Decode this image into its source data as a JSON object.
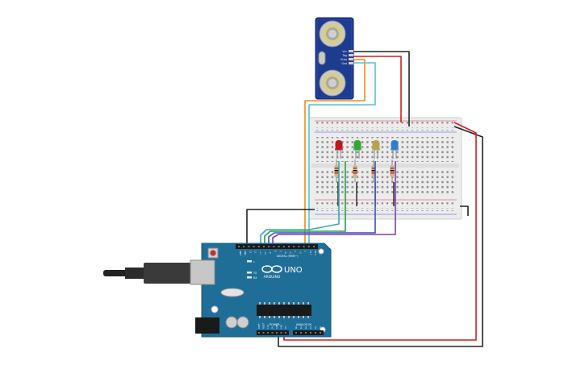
{
  "board": {
    "brand": "ARDUINO",
    "model": "UNO",
    "digital_label": "DIGITAL (PWM~)",
    "power_label": "POWER",
    "analog_label": "ANALOG IN",
    "led_labels": [
      "L",
      "TX",
      "RX"
    ],
    "header_pins": [
      "AREF",
      "GND",
      "13",
      "12",
      "~11",
      "~10",
      "~9",
      "8",
      "7",
      "~6",
      "~5",
      "4",
      "~3",
      "2",
      "TX 1",
      "RX 0"
    ],
    "power_pins": [
      "IOREF",
      "RESET",
      "3.3V",
      "5V",
      "GND",
      "GND",
      "Vin"
    ],
    "analog_pins": [
      "A0",
      "A1",
      "A2",
      "A3",
      "A4",
      "A5"
    ]
  },
  "sensor": {
    "pins": [
      "Vcc",
      "Trig",
      "Echo",
      "Gnd"
    ]
  },
  "leds": [
    {
      "color": "#c0161b"
    },
    {
      "color": "#2faa2f"
    },
    {
      "color": "#b8a24a"
    },
    {
      "color": "#2f7fcf"
    }
  ],
  "wire_colors": {
    "black": "#222222",
    "red": "#d21d1d",
    "orange": "#f08a1a",
    "cyan": "#56c1d3",
    "green": "#27a046",
    "purple": "#7a3fb0",
    "blue": "#3a4fc8",
    "teal": "#3aa9b0"
  }
}
